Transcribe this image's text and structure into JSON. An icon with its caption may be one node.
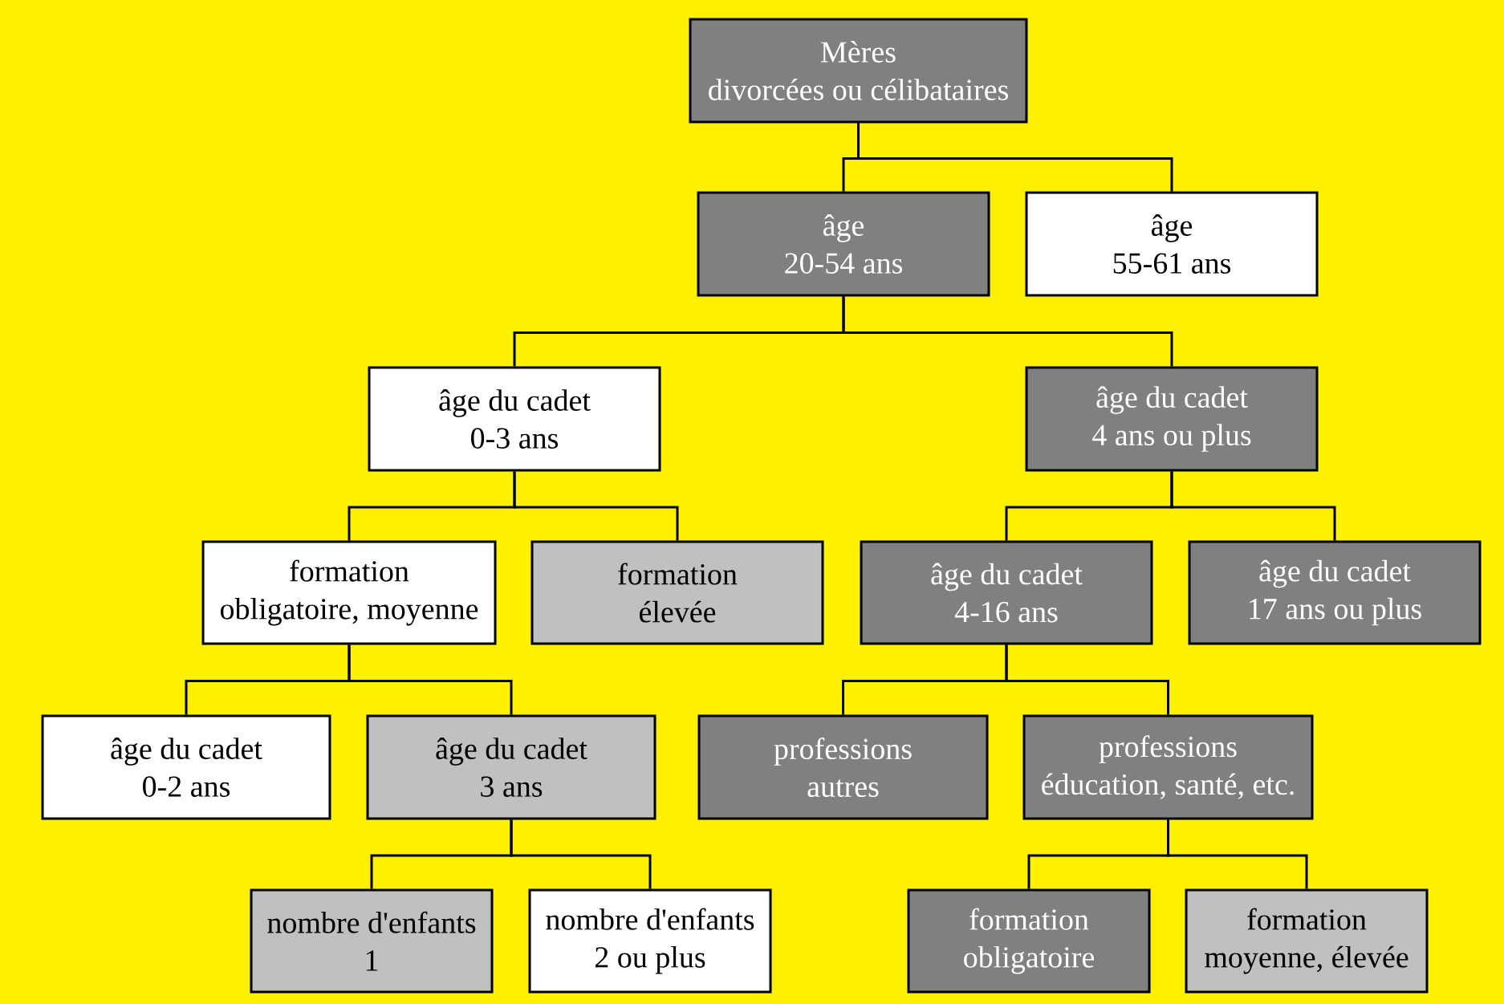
{
  "diagram": {
    "nodes": [
      {
        "text": [
          "Mères",
          "divorcées ou célibataires"
        ]
      },
      {
        "text": [
          "âge",
          "20-54 ans"
        ]
      },
      {
        "text": [
          "âge",
          "55-61 ans"
        ]
      },
      {
        "text": [
          "âge du cadet",
          "0-3 ans"
        ]
      },
      {
        "text": [
          "âge du cadet",
          "4 ans ou plus"
        ]
      },
      {
        "text": [
          "formation",
          "obligatoire, moyenne"
        ]
      },
      {
        "text": [
          "formation",
          "élevée"
        ]
      },
      {
        "text": [
          "âge du cadet",
          "4-16 ans"
        ]
      },
      {
        "text": [
          "âge du cadet",
          "17 ans ou plus"
        ]
      },
      {
        "text": [
          "âge du cadet",
          "0-2 ans"
        ]
      },
      {
        "text": [
          "âge du cadet",
          "3 ans"
        ]
      },
      {
        "text": [
          "professions",
          "autres"
        ]
      },
      {
        "text": [
          "professions",
          "éducation, santé, etc."
        ]
      },
      {
        "text": [
          "nombre d'enfants",
          "1"
        ]
      },
      {
        "text": [
          "nombre d'enfants",
          "2 ou plus"
        ]
      },
      {
        "text": [
          "formation",
          "obligatoire"
        ]
      },
      {
        "text": [
          "formation",
          "moyenne, élevée"
        ]
      }
    ],
    "edges": [
      {
        "from": 0,
        "to": 1,
        "arrow": "none"
      },
      {
        "from": 0,
        "to": 2,
        "arrow": "none"
      },
      {
        "from": 1,
        "to": 3,
        "arrow": "none"
      },
      {
        "from": 1,
        "to": 4,
        "arrow": "none"
      },
      {
        "from": 3,
        "to": 5,
        "arrow": "none"
      },
      {
        "from": 3,
        "to": 6,
        "arrow": "none"
      },
      {
        "from": 4,
        "to": 7,
        "arrow": "none"
      },
      {
        "from": 4,
        "to": 8,
        "arrow": "none"
      },
      {
        "from": 5,
        "to": 9,
        "arrow": "none"
      },
      {
        "from": 5,
        "to": 10,
        "arrow": "none"
      },
      {
        "from": 7,
        "to": 11,
        "arrow": "none"
      },
      {
        "from": 7,
        "to": 12,
        "arrow": "none"
      },
      {
        "from": 10,
        "to": 13,
        "arrow": "none"
      },
      {
        "from": 10,
        "to": 14,
        "arrow": "none"
      },
      {
        "from": 12,
        "to": 15,
        "arrow": "none"
      },
      {
        "from": 12,
        "to": 16,
        "arrow": "none"
      }
    ]
  }
}
